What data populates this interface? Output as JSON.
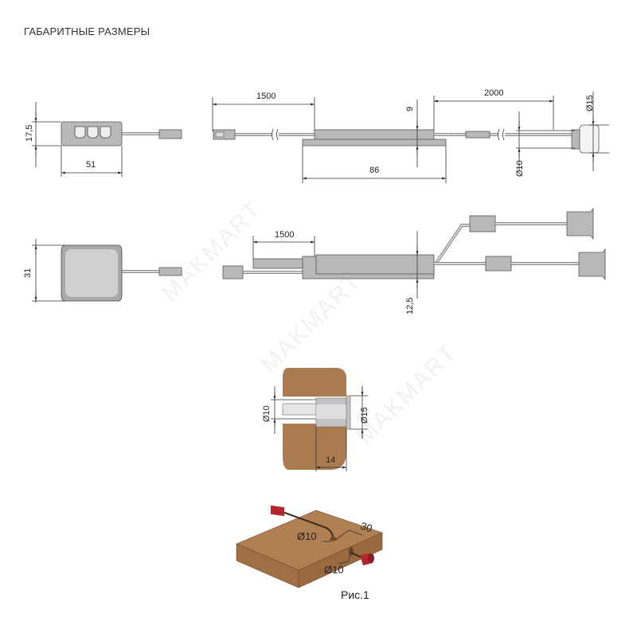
{
  "title": "ГАБАРИТНЫЕ РАЗМЕРЫ",
  "watermark": "MAKMART",
  "colors": {
    "device": "#b9b9b9",
    "wood": "#a97b4f",
    "sensor_red": "#b3262e"
  },
  "view_top_hub": {
    "height": "17,5",
    "width": "51"
  },
  "view_top_sensor": {
    "cable_left": "1500",
    "body_height": "9",
    "body_length": "86",
    "cable_right": "2000",
    "cap_diameter": "Ø15",
    "sensor_diameter": "Ø10"
  },
  "view_hub_front": {
    "height": "31"
  },
  "view_split_sensor": {
    "cable_left": "1500",
    "body_height": "12,5"
  },
  "view_mounting": {
    "hole_diameter": "Ø10",
    "cap_diameter": "Ø15",
    "depth": "14"
  },
  "figure_1": {
    "hole_top": "Ø10",
    "offset": "30",
    "hole_edge": "Ø10",
    "caption": "Рис.1"
  }
}
